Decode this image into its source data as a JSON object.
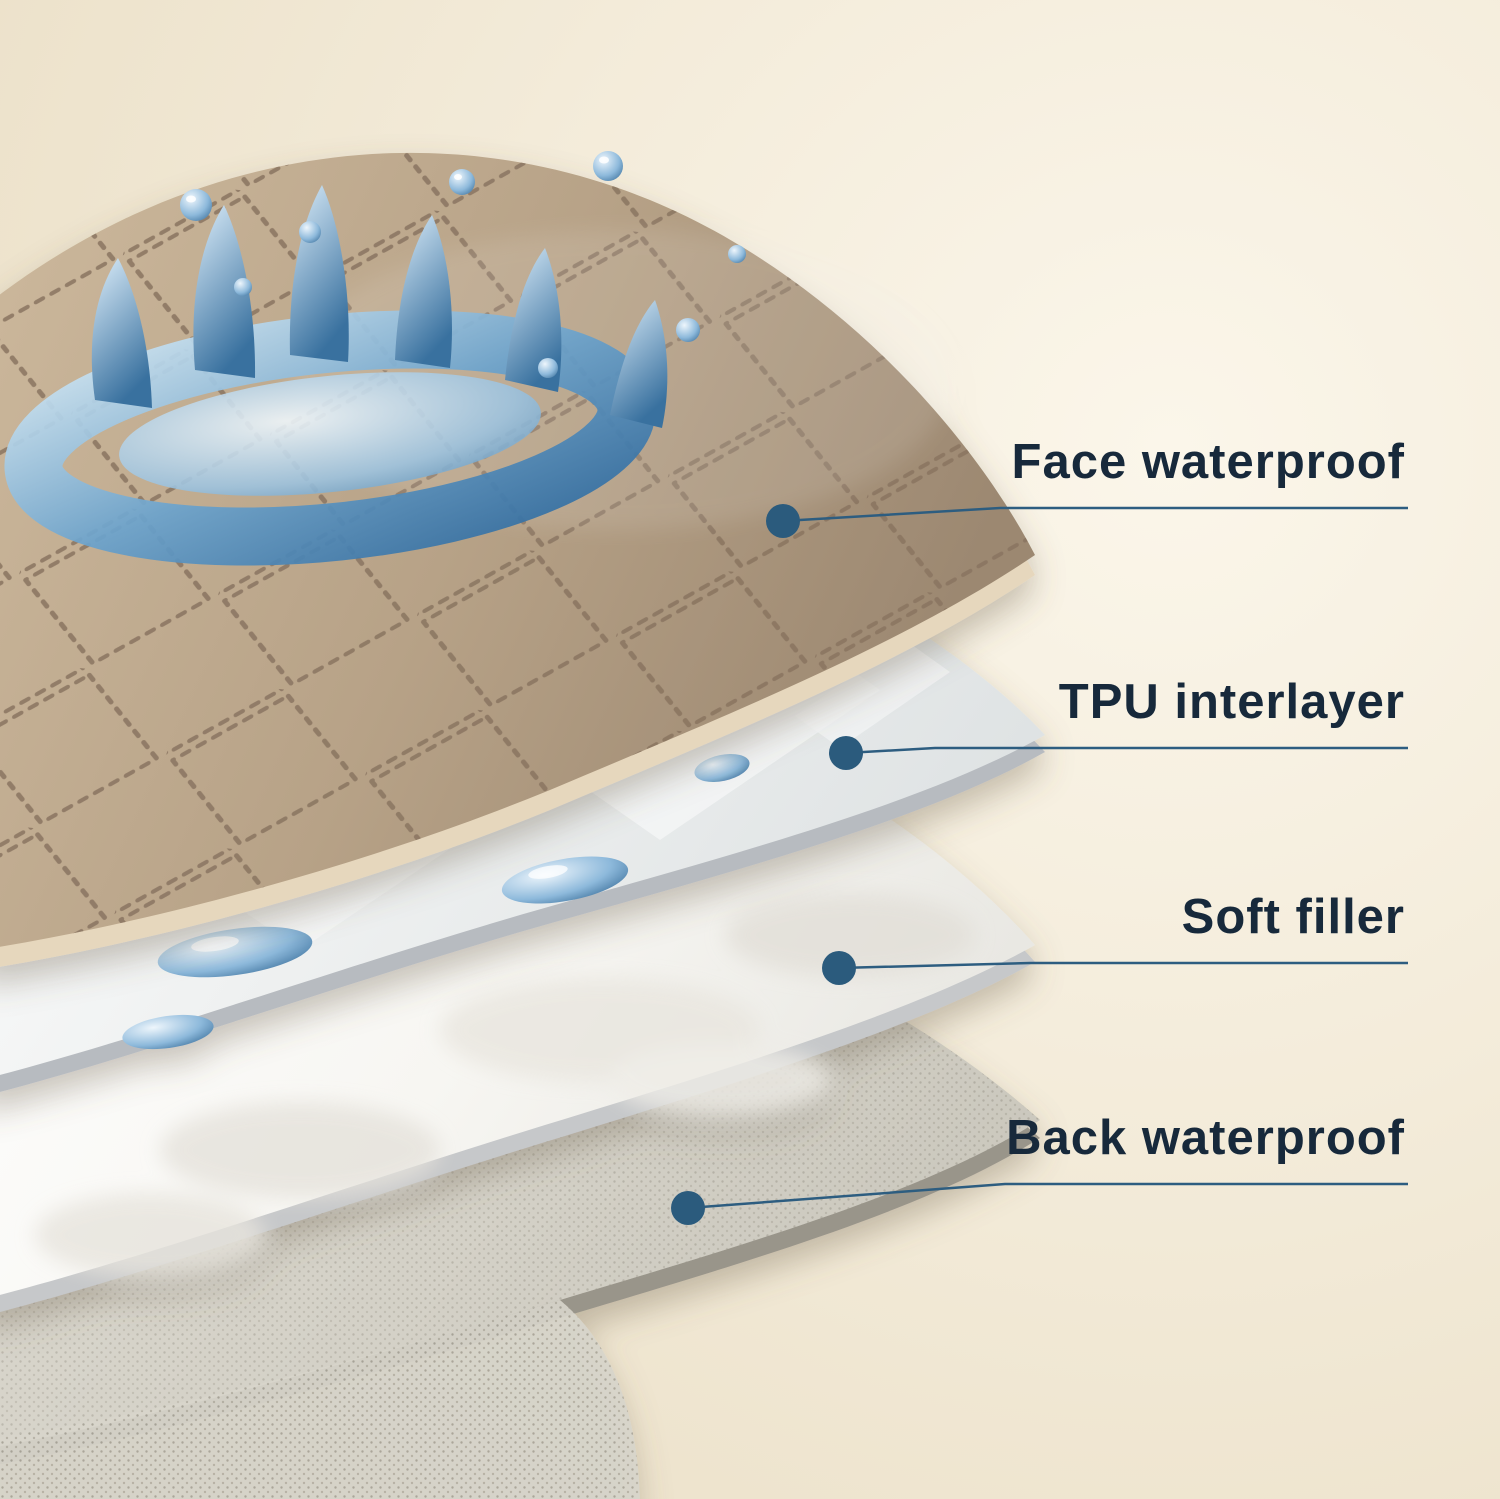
{
  "labels": [
    {
      "id": "face-waterproof",
      "text": "Face waterproof"
    },
    {
      "id": "tpu-interlayer",
      "text": "TPU interlayer"
    },
    {
      "id": "soft-filler",
      "text": "Soft filler"
    },
    {
      "id": "back-waterproof",
      "text": "Back waterproof"
    }
  ],
  "colors": {
    "background": "#f2e9d8",
    "label_text": "#17293b",
    "callout_line": "#2d5d80",
    "callout_dot": "#2b5b7d",
    "face_fabric": "#b39e84",
    "stitch": "#8a7460",
    "tpu_layer": "#f3f4f3",
    "soft_filler": "#fbfaf7",
    "back_fabric": "#cfccc2",
    "water": "#3f7cae"
  }
}
